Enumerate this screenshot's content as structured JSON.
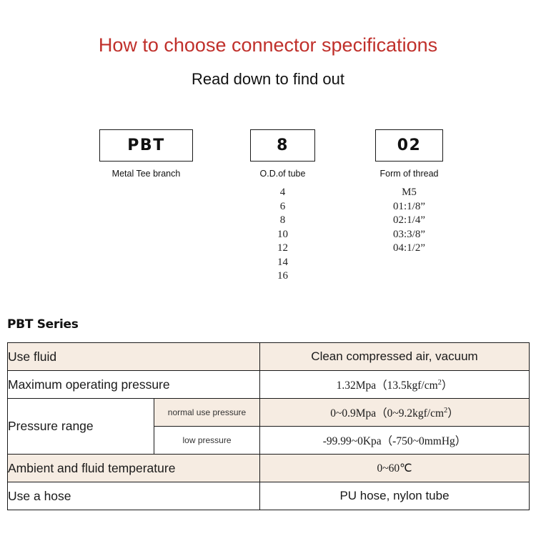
{
  "header": {
    "title": "How to choose connector specifications",
    "subtitle": "Read down to find out"
  },
  "code_breakdown": {
    "groups": [
      {
        "code": "PBT",
        "caption": "Metal Tee branch",
        "options": []
      },
      {
        "code": "8",
        "caption": "O.D.of tube",
        "options": [
          "4",
          "6",
          "8",
          "10",
          "12",
          "14",
          "16"
        ]
      },
      {
        "code": "02",
        "caption": "Form of thread",
        "options": [
          "M5",
          "01:1/8”",
          "02:1/4”",
          "03:3/8”",
          "04:1/2”"
        ]
      }
    ]
  },
  "spec_section": {
    "heading": "PBT Series",
    "rows": [
      {
        "label": "Use fluid",
        "sublabel": null,
        "value": "Clean compressed air, vacuum"
      },
      {
        "label": "Maximum operating pressure",
        "sublabel": null,
        "value_prefix": "1.32Mpa（13.5kgf/cm",
        "value_sup": "2",
        "value_suffix": "）"
      },
      {
        "label": "Pressure range",
        "sublabel": "normal use pressure",
        "value_prefix": "0~0.9Mpa（0~9.2kgf/cm",
        "value_sup": "2",
        "value_suffix": "）"
      },
      {
        "label": "",
        "sublabel": "low pressure",
        "value": "-99.99~0Kpa（-750~0mmHg）"
      },
      {
        "label": "Ambient and fluid temperature",
        "sublabel": null,
        "value": "0~60℃"
      },
      {
        "label": "Use a hose",
        "sublabel": null,
        "value": "PU hose, nylon tube"
      }
    ]
  },
  "colors": {
    "title_red": "#c0302b",
    "shade_cream": "#f6ece2",
    "border_dark": "#1a1a1a",
    "page_background": "#ffffff"
  }
}
